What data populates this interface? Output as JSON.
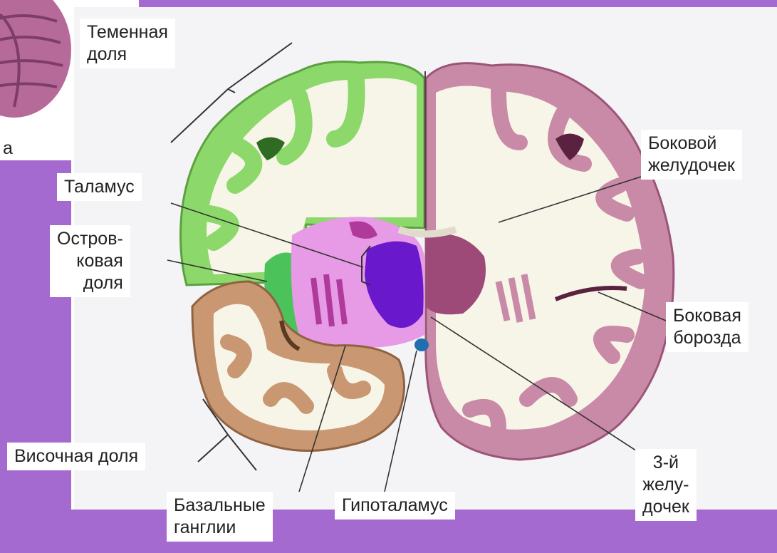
{
  "labels": {
    "parietal": "Теменная\nдоля",
    "lateral_ventricle": "Боковой\nжелудочек",
    "thalamus": "Таламус",
    "insula": "Остров-\nковая\nдоля",
    "lateral_sulcus": "Боковая\nборозда",
    "temporal": "Височная доля",
    "third_ventricle": "3-й\nжелу-\nдочек",
    "basal_ganglia": "Базальные\nганглии",
    "hypothalamus": "Гипоталамус",
    "cut_off_fragment": "а"
  },
  "colors": {
    "frame_accent": "#a56ad0",
    "panel_background": "#f4f3f5",
    "parietal_lobe": "#8dd86a",
    "insular_lobe": "#4cc35a",
    "temporal_lobe": "#c99872",
    "right_hemisphere_cortex": "#c98aa8",
    "basal_ganglia": "#e79ae6",
    "thalamus": "#6a18cc",
    "white_matter": "#f7f5e8"
  }
}
